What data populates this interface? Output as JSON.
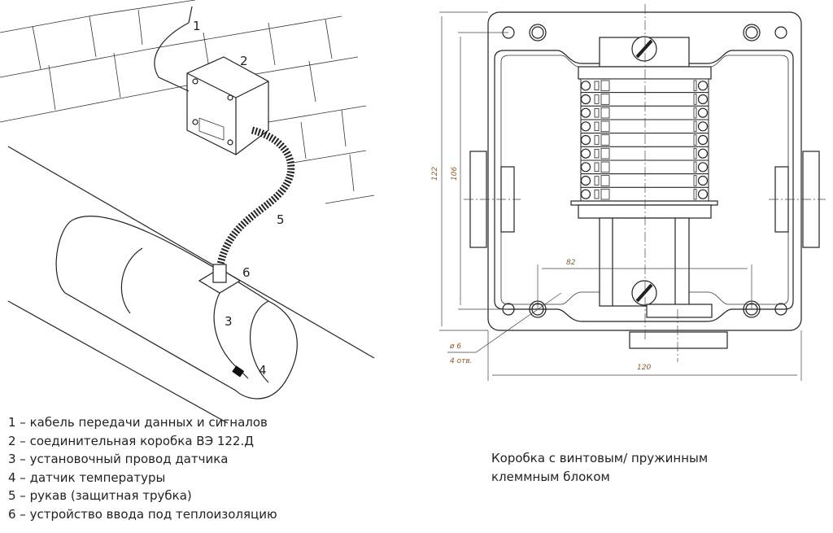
{
  "callouts": [
    "1",
    "2",
    "3",
    "4",
    "5",
    "6"
  ],
  "legend": [
    "1 – кабель передачи данных и сигналов",
    "2 – соединительная коробка ВЭ 122.Д",
    "3 – установочный провод датчика",
    "4 – датчик температуры",
    "5 – рукав (защитная трубка)",
    "6 – устройство ввода под теплоизоляцию"
  ],
  "drawing": {
    "dim_height_outer": "122",
    "dim_height_inner": "106",
    "dim_width_outer": "120",
    "dim_width_holes": "82",
    "hole_diameter": "ø 6",
    "hole_count": "4 отв.",
    "terminal_count": 9
  },
  "caption": {
    "line1": "Коробка с винтовым/ пружинным",
    "line2": "клеммным блоком"
  },
  "colors": {
    "dimension_text": "#8a5a2a",
    "line": "#222222"
  }
}
